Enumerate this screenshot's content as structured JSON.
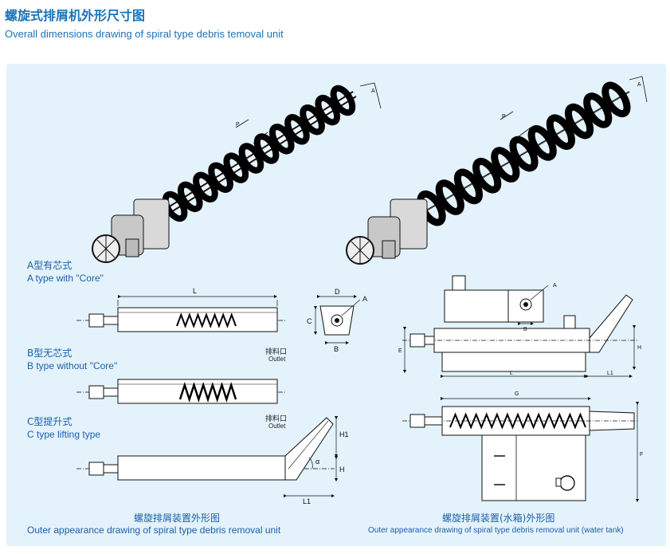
{
  "header": {
    "title_cn": "螺旋式排屑机外形尺寸图",
    "title_en": "Overall dimensions drawing of spiral type debris temoval unit"
  },
  "types": {
    "a_cn": "A型有芯式",
    "a_en": "A type with \"Core\"",
    "b_cn": "B型无芯式",
    "b_en": "B type without \"Core\"",
    "c_cn": "C型提升式",
    "c_en": "C type lifting type"
  },
  "outlet": {
    "cn": "排料口",
    "en": "Outlet"
  },
  "dims": {
    "L": "L",
    "D": "D",
    "A": "A",
    "C": "C",
    "B": "B",
    "P": "P",
    "H": "H",
    "H1": "H1",
    "L1": "L1",
    "alpha": "α",
    "E": "E",
    "G": "G",
    "F": "F"
  },
  "captions": {
    "left_cn": "螺旋排屑装置外形图",
    "left_en": "Outer appearance drawing of spiral type debris removal unit",
    "right_cn": "螺旋排屑装置(水箱)外形图",
    "right_en": "Outer appearance drawing of spiral type debris removal unit (water tank)"
  },
  "colors": {
    "accent": "#1a73b8",
    "panel": "#e3f2fb",
    "line": "#111111"
  }
}
